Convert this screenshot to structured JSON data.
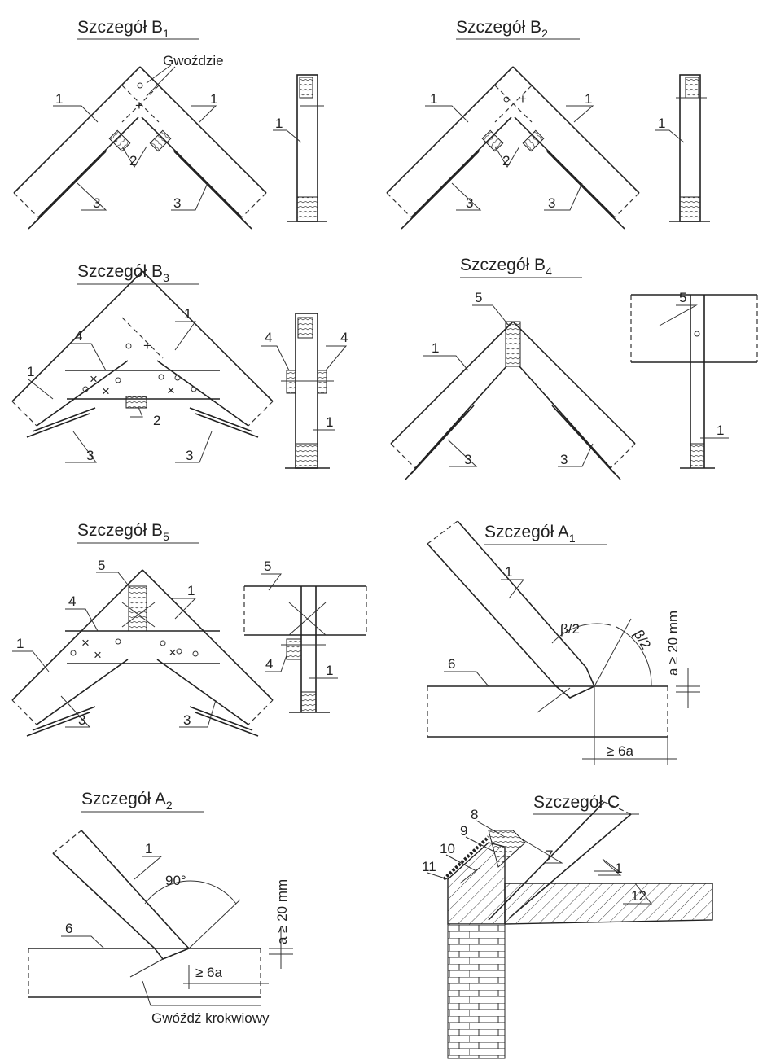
{
  "panels": {
    "b1": {
      "title": "Szczegół B",
      "sub": "1",
      "labels": [
        "Gwoździe",
        "1",
        "1",
        "2",
        "3",
        "3",
        "1"
      ]
    },
    "b2": {
      "title": "Szczegół B",
      "sub": "2",
      "labels": [
        "1",
        "1",
        "2",
        "3",
        "3",
        "1"
      ]
    },
    "b3": {
      "title": "Szczegół B",
      "sub": "3",
      "labels": [
        "4",
        "1",
        "1",
        "2",
        "3",
        "3",
        "4",
        "4",
        "1"
      ]
    },
    "b4": {
      "title": "Szczegół B",
      "sub": "4",
      "labels": [
        "5",
        "1",
        "3",
        "3",
        "5",
        "1"
      ]
    },
    "b5": {
      "title": "Szczegół B",
      "sub": "5",
      "labels": [
        "5",
        "1",
        "4",
        "1",
        "3",
        "3",
        "5",
        "4",
        "1"
      ]
    },
    "a1": {
      "title": "Szczegół A",
      "sub": "1",
      "labels": [
        "1",
        "6",
        "β/2",
        "β/2",
        "a ≥ 20 mm",
        "≥ 6a"
      ]
    },
    "a2": {
      "title": "Szczegół A",
      "sub": "2",
      "labels": [
        "1",
        "6",
        "90°",
        "a ≥ 20 mm",
        "≥ 6a",
        "Gwóźdź krokwiowy"
      ]
    },
    "c": {
      "title": "Szczegół C",
      "labels": [
        "8",
        "9",
        "10",
        "11",
        "7",
        "1",
        "12"
      ]
    }
  }
}
